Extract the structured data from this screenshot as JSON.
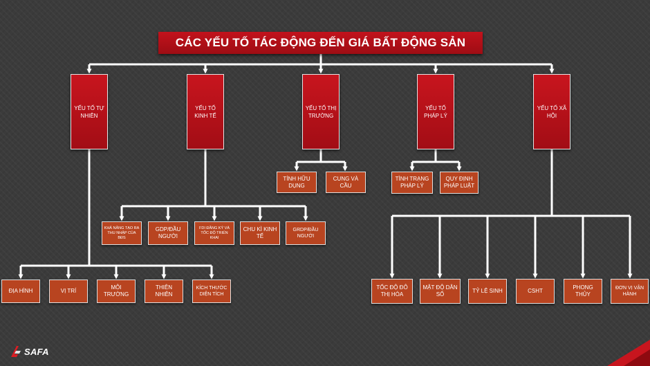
{
  "title": "CÁC YẾU TỐ TÁC ĐỘNG ĐẾN GIÁ BẤT ĐỘNG SẢN",
  "categories": [
    {
      "label": "YẾU TỐ TỰ NHIÊN"
    },
    {
      "label": "YẾU TỐ KINH TẾ"
    },
    {
      "label": "YẾU TỐ THỊ TRƯỜNG"
    },
    {
      "label": "YẾU TỐ PHÁP LÝ"
    },
    {
      "label": "YẾU TỐ XÃ HỘI"
    }
  ],
  "natural": [
    "ĐỊA HÌNH",
    "VỊ TRÍ",
    "MÔI TRƯỜNG",
    "THIÊN NHIÊN",
    "KÍCH THƯỚC DIỆN TÍCH"
  ],
  "economic": [
    "KHẢ NĂNG TẠO RA THU NHẬP CỦA BĐS",
    "GDP/ĐẦU NGƯỜI",
    "FDI ĐĂNG KÝ VÀ TỐC ĐỘ TRIỂN KHAI",
    "CHU KÌ KINH TẾ",
    "GRDP/ĐẦU NGƯỜI"
  ],
  "market": [
    "TÍNH HỮU DỤNG",
    "CUNG VÀ CẦU"
  ],
  "legal": [
    "TÌNH TRẠNG PHÁP LÝ",
    "QUY ĐỊNH PHÁP LUẬT"
  ],
  "social": [
    "TỐC ĐỘ ĐÔ THỊ HÓA",
    "MẬT ĐỘ DÂN SỐ",
    "TỶ LỆ SINH",
    "CSHT",
    "PHONG THỦY",
    "ĐƠN VỊ VẬN HÀNH"
  ],
  "logo": {
    "text": "SAFA"
  },
  "colors": {
    "background": "#3b3b3b",
    "category": "#c8151e",
    "subitem": "#b84420",
    "line": "#ffffff"
  }
}
